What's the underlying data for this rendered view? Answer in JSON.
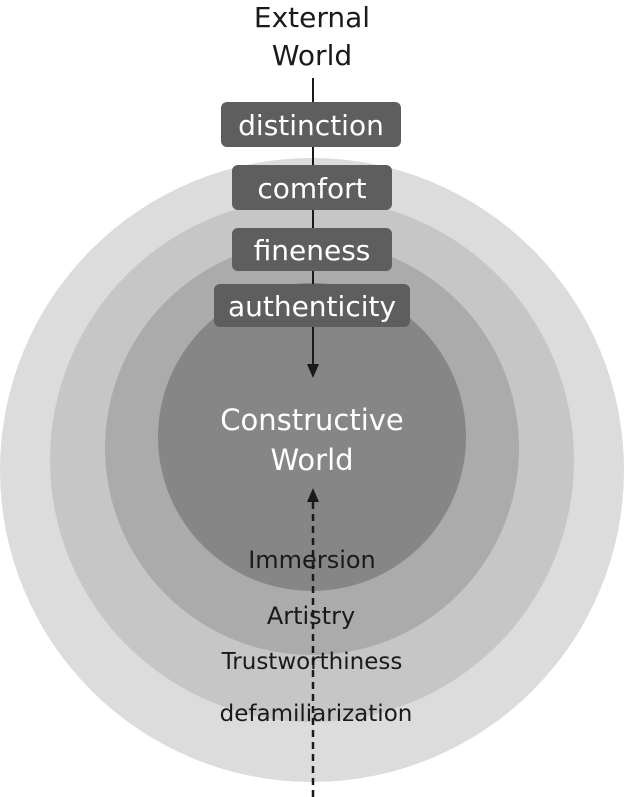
{
  "top_label": [
    "External",
    "World"
  ],
  "center_label": [
    "Constructive",
    "World"
  ],
  "external_factors": [
    "distinction",
    "comfort",
    "fineness",
    "authenticity"
  ],
  "internal_factors": [
    "Immersion",
    "Artistry",
    "Trustworthiness",
    "defamiliarization"
  ],
  "colors": {
    "ring_outer": "#dcdcdc",
    "ring_2": "#c6c6c6",
    "ring_3": "#ababab",
    "core": "#868686",
    "label_box": "#5e5e5e",
    "label_text": "#ffffff",
    "dark_text": "#1a1a1a",
    "line": "#1a1a1a"
  }
}
